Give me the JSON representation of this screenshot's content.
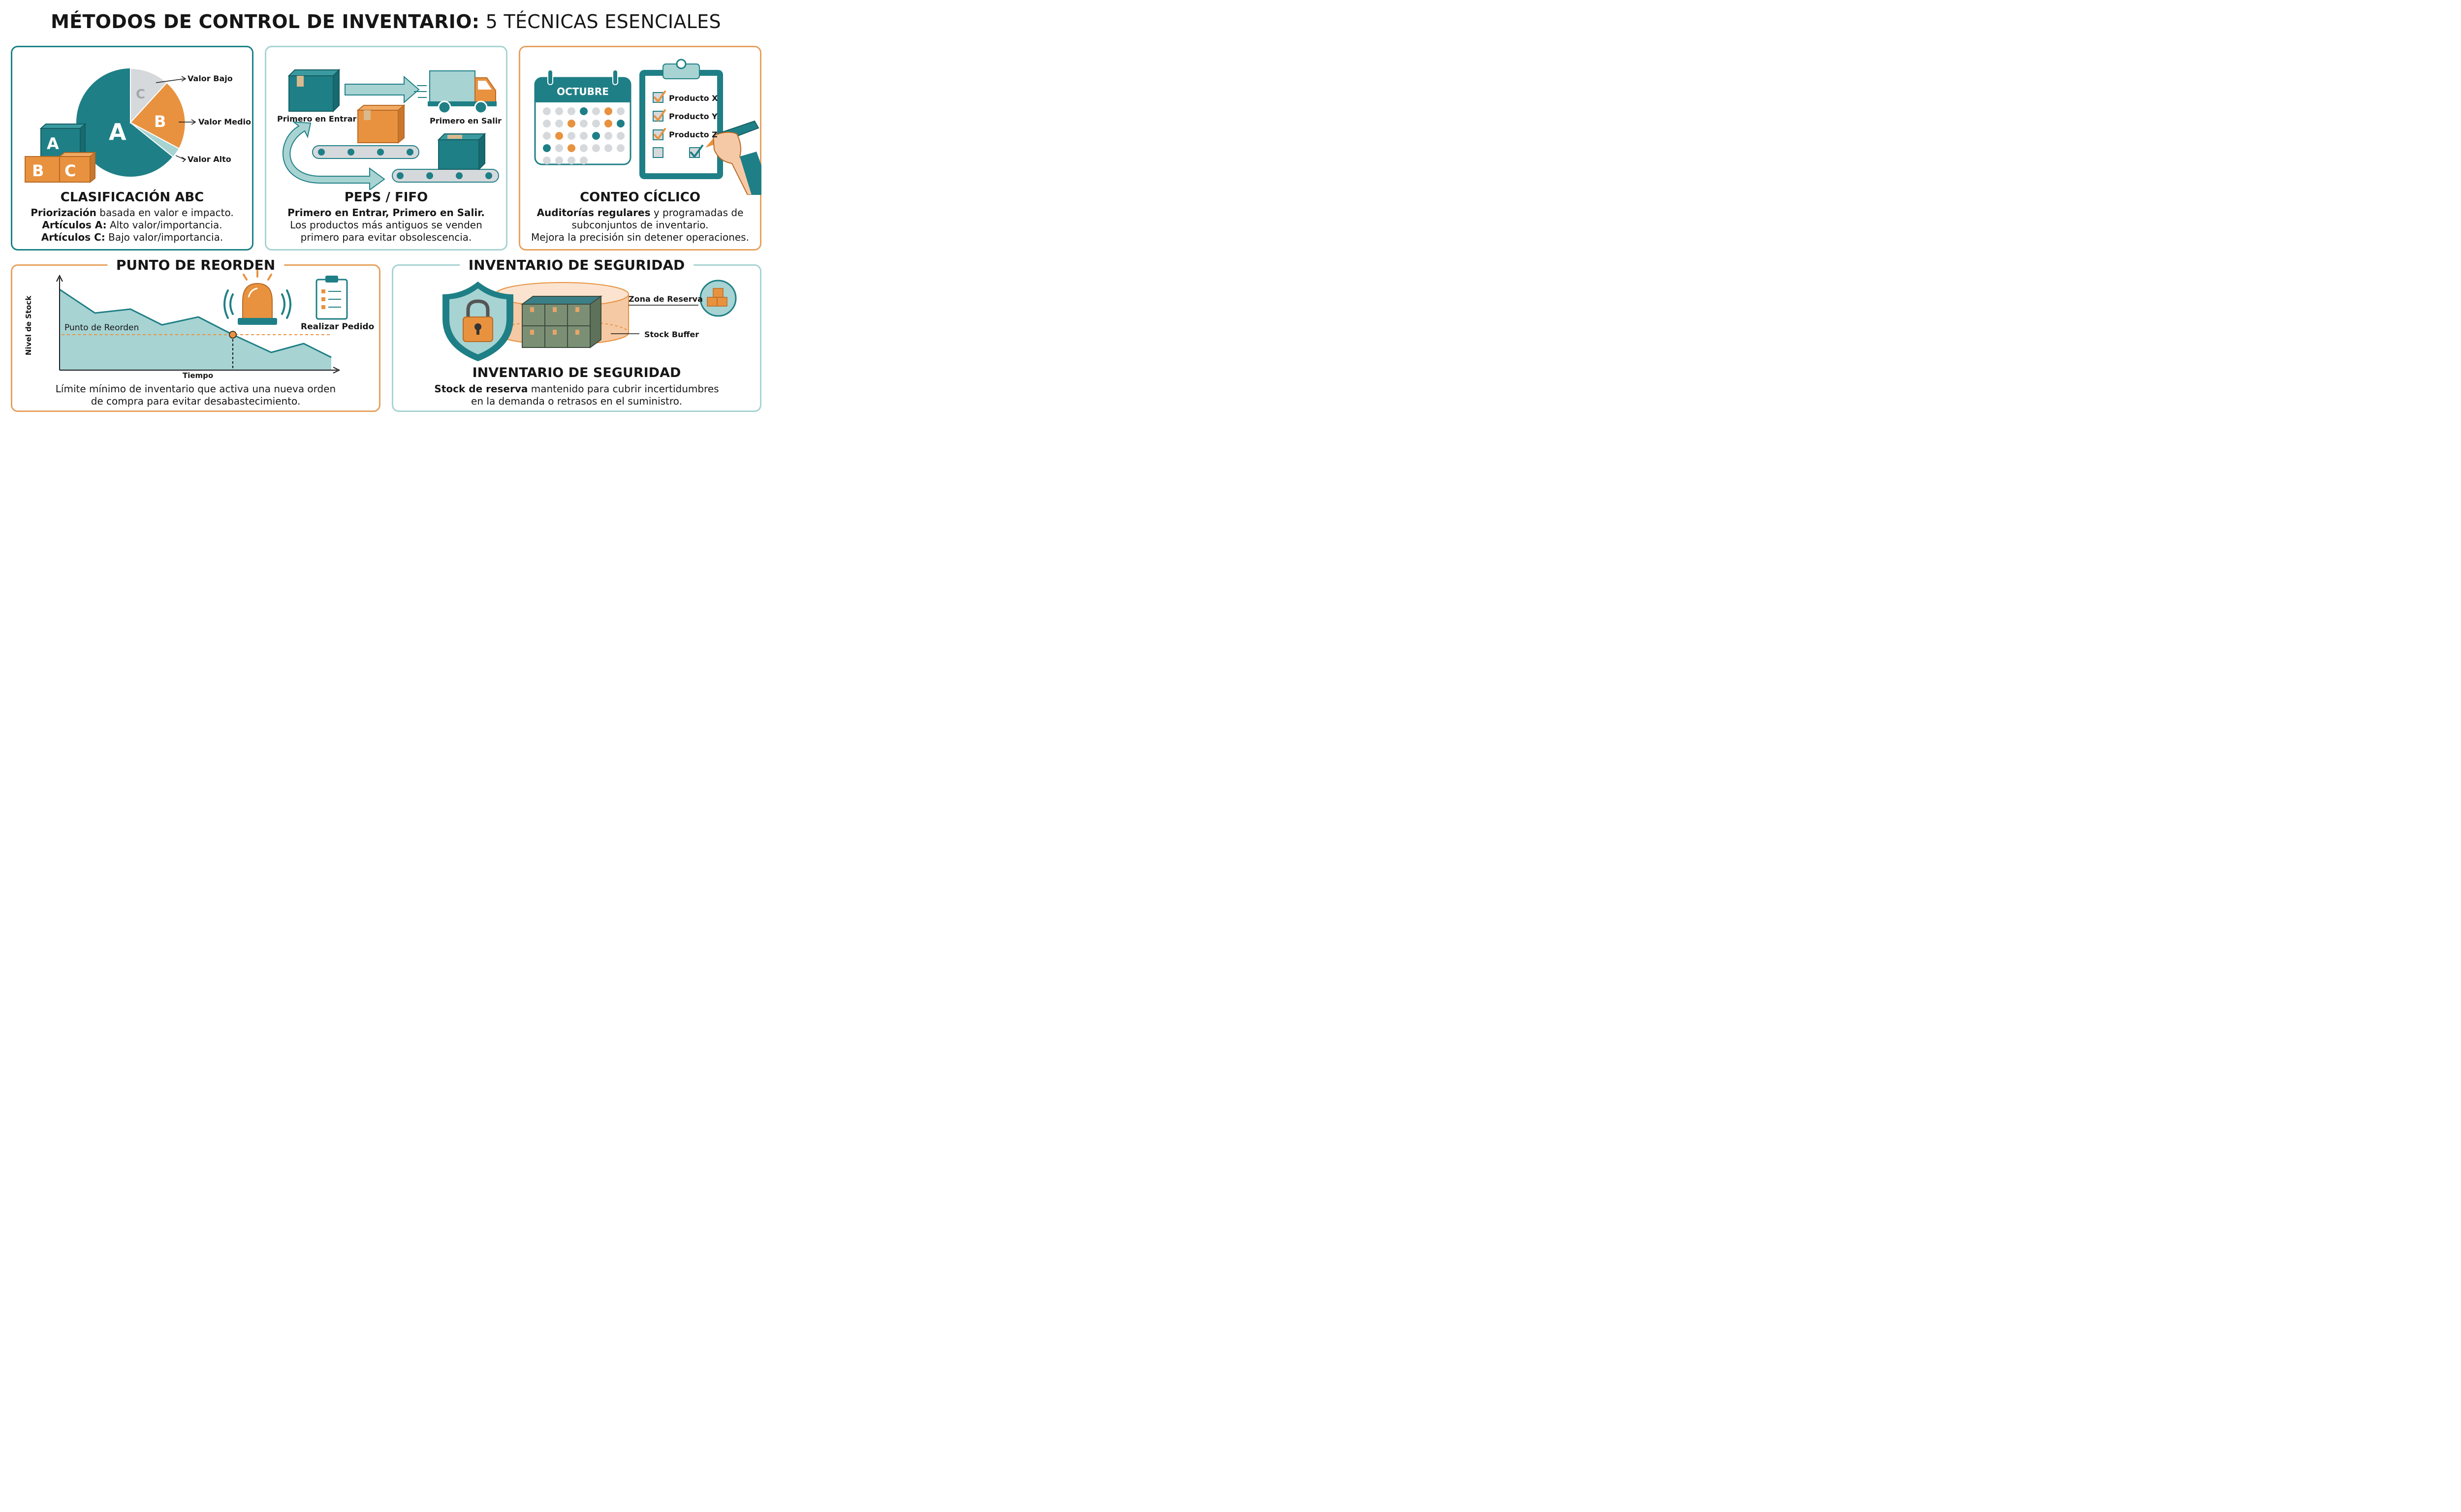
{
  "title": {
    "bold": "MÉTODOS DE CONTROL DE INVENTARIO:",
    "rest": "5 TÉCNICAS ESENCIALES"
  },
  "abc": {
    "heading": "CLASIFICACIÓN ABC",
    "line1_bold": "Priorización",
    "line1_rest": "basada en valor e impacto.",
    "line2_bold": "Artículos A:",
    "line2_rest": "Alto valor/importancia.",
    "line3_bold": "Artículos C:",
    "line3_rest": "Bajo valor/importancia.",
    "label_low": "Valor Bajo",
    "label_mid": "Valor Medio",
    "label_high": "Valor Alto",
    "slice_a": "A",
    "slice_b": "B",
    "slice_c": "C",
    "box_a": "A",
    "box_b": "B",
    "box_c": "C"
  },
  "fifo": {
    "heading": "PEPS / FIFO",
    "line1_bold": "Primero en Entrar, Primero en Salir.",
    "line2": "Los productos más antiguos se venden",
    "line3": "primero para evitar obsolescencia.",
    "label_in": "Primero en Entrar",
    "label_out": "Primero en Salir"
  },
  "cycle": {
    "heading": "CONTEO CÍCLICO",
    "line1_bold": "Auditorías regulares",
    "line1_rest": "y programadas de",
    "line2": "subconjuntos de inventario.",
    "line3": "Mejora la precisión sin detener operaciones.",
    "month": "OCTUBRE",
    "items": [
      "Producto X",
      "Producto Y",
      "Producto Z"
    ]
  },
  "reorder": {
    "heading": "PUNTO DE REORDEN",
    "line1": "Límite mínimo de inventario que activa una nueva orden",
    "line2": "de compra para evitar desabastecimiento.",
    "ylabel": "Nivel de Stock",
    "xlabel": "Tiempo",
    "threshold_label": "Punto de Reorden",
    "order_label": "Realizar Pedido"
  },
  "safety": {
    "heading_top": "INVENTARIO DE SEGURIDAD",
    "heading": "INVENTARIO DE SEGURIDAD",
    "line1_bold": "Stock de reserva",
    "line1_rest": "mantenido para cubrir incertidumbres",
    "line2": "en la demanda o retrasos en el suministro.",
    "label_zone": "Zona de Reserva",
    "label_buffer": "Stock Buffer"
  },
  "colors": {
    "teal": "#1b8187",
    "light_teal": "#a7d3d2",
    "orange": "#e7923f",
    "grey": "#d4d8dc"
  }
}
